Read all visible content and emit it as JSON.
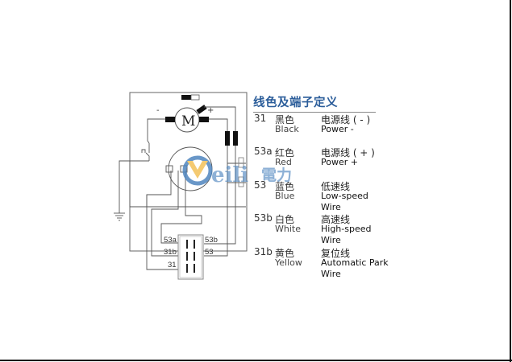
{
  "legend": {
    "title": "线色及端子定义",
    "rows": [
      {
        "code": "31",
        "color_cn": "黑色",
        "color_en": "Black",
        "def_cn": "电源线 ( - )",
        "def_en": "Power -"
      },
      {
        "code": "53a",
        "color_cn": "红色",
        "color_en": "Red",
        "def_cn": "电源线 ( + )",
        "def_en": "Power +"
      },
      {
        "code": "53",
        "color_cn": "蓝色",
        "color_en": "Blue",
        "def_cn": "低速线",
        "def_en": "Low-speed Wire"
      },
      {
        "code": "53b",
        "color_cn": "白色",
        "color_en": "White",
        "def_cn": "高速线",
        "def_en": "High-speed Wire"
      },
      {
        "code": "31b",
        "color_cn": "黄色",
        "color_en": "Yellow",
        "def_cn": "复位线",
        "def_en": "Automatic Park Wire"
      }
    ]
  },
  "diagram": {
    "motor_label": "M",
    "minus_label": "-",
    "plus_label": "+",
    "connector_labels": {
      "t53a": "53a",
      "t53b": "53b",
      "t31b": "31b",
      "t53": "53",
      "t31": "31"
    }
  },
  "watermark": {
    "text_latin": "eili",
    "text_cn": "電力"
  },
  "colors": {
    "title_blue": "#2b5d9a",
    "logo_yellow": "#f3c15a",
    "logo_blue": "#4f86bf",
    "line": "#555555"
  }
}
